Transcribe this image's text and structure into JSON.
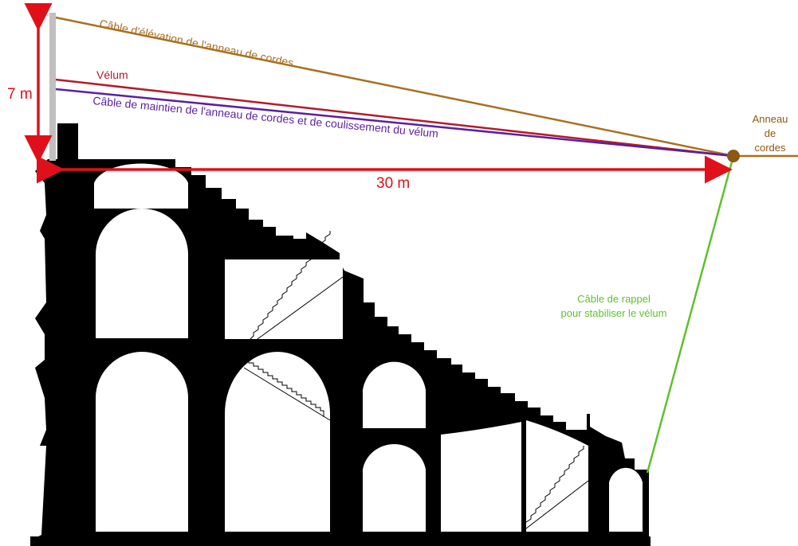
{
  "labels": {
    "height": "7 m",
    "span": "30 m",
    "elevation_cable": "Câble d'élévation de l'anneau de cordes",
    "velum": "Vélum",
    "holding_cable": "Câble de maintien de l'anneau de cordes et de coulissement du vélum",
    "ring_line1": "Anneau",
    "ring_line2": "de",
    "ring_line3": "cordes",
    "recall_line1": "Câble de rappel",
    "recall_line2": "pour stabiliser le vélum"
  },
  "colors": {
    "structure": "#000000",
    "mast": "#c0c0c0",
    "dimension": "#e0101a",
    "elevation_cable": "#a86f1f",
    "velum": "#b31b2b",
    "holding_cable": "#5a1fa0",
    "recall_cable": "#5fc12a",
    "ring": "#8b5a12"
  }
}
